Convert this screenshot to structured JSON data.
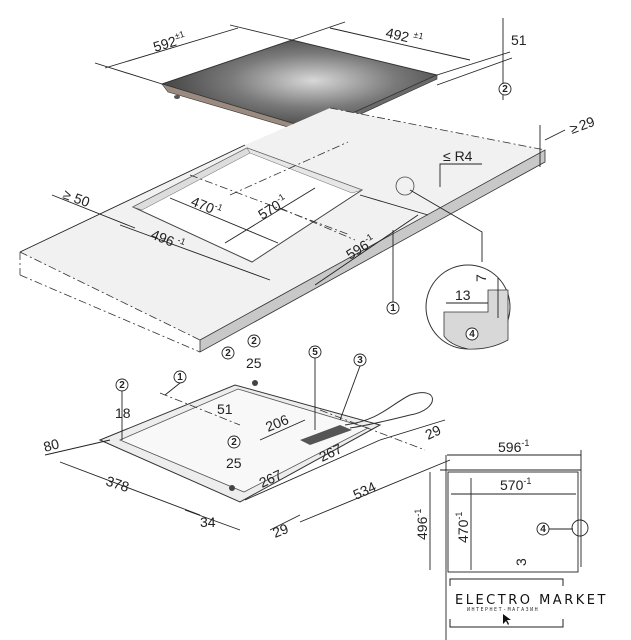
{
  "hob": {
    "width": {
      "value": "592",
      "tol": "±1"
    },
    "depth": {
      "value": "492",
      "tol": "±1"
    },
    "height": "51",
    "height_ref": "2"
  },
  "worktop": {
    "thickness": "29",
    "thickness_prefix": "≥",
    "corner_radius": "≤ R4",
    "edge_distance": "≥ 50",
    "inner_depth": {
      "value": "470",
      "tol": "-1"
    },
    "inner_width": {
      "value": "570",
      "tol": "-1"
    },
    "outer_depth": {
      "value": "496",
      "tol": "-1"
    },
    "outer_width": {
      "value": "596",
      "tol": "-1"
    },
    "ref": "1"
  },
  "detail": {
    "step_width": "13",
    "step_depth": "7",
    "ref": "4"
  },
  "underside": {
    "refs": {
      "a": "2",
      "b": "2",
      "c": "2",
      "d": "1",
      "e": "5",
      "f": "3",
      "g": "2"
    },
    "dims": {
      "d25a": "25",
      "d18": "18",
      "d51": "51",
      "d206": "206",
      "d80": "80",
      "d29a": "29",
      "d267a": "267",
      "d267b": "267",
      "d534": "534",
      "d25b": "25",
      "d378": "378",
      "d34": "34",
      "d29b": "29"
    }
  },
  "plan": {
    "outer_width": {
      "value": "596",
      "tol": "-1"
    },
    "inner_width": {
      "value": "570",
      "tol": "-1"
    },
    "outer_depth": {
      "value": "496",
      "tol": "-1"
    },
    "inner_depth": {
      "value": "470",
      "tol": "-1"
    },
    "ref": "4",
    "gap": "3"
  },
  "watermark": {
    "title": "ELECTRO MARKET",
    "subtitle": "ИНТЕРНЕТ-МАГАЗИН"
  }
}
